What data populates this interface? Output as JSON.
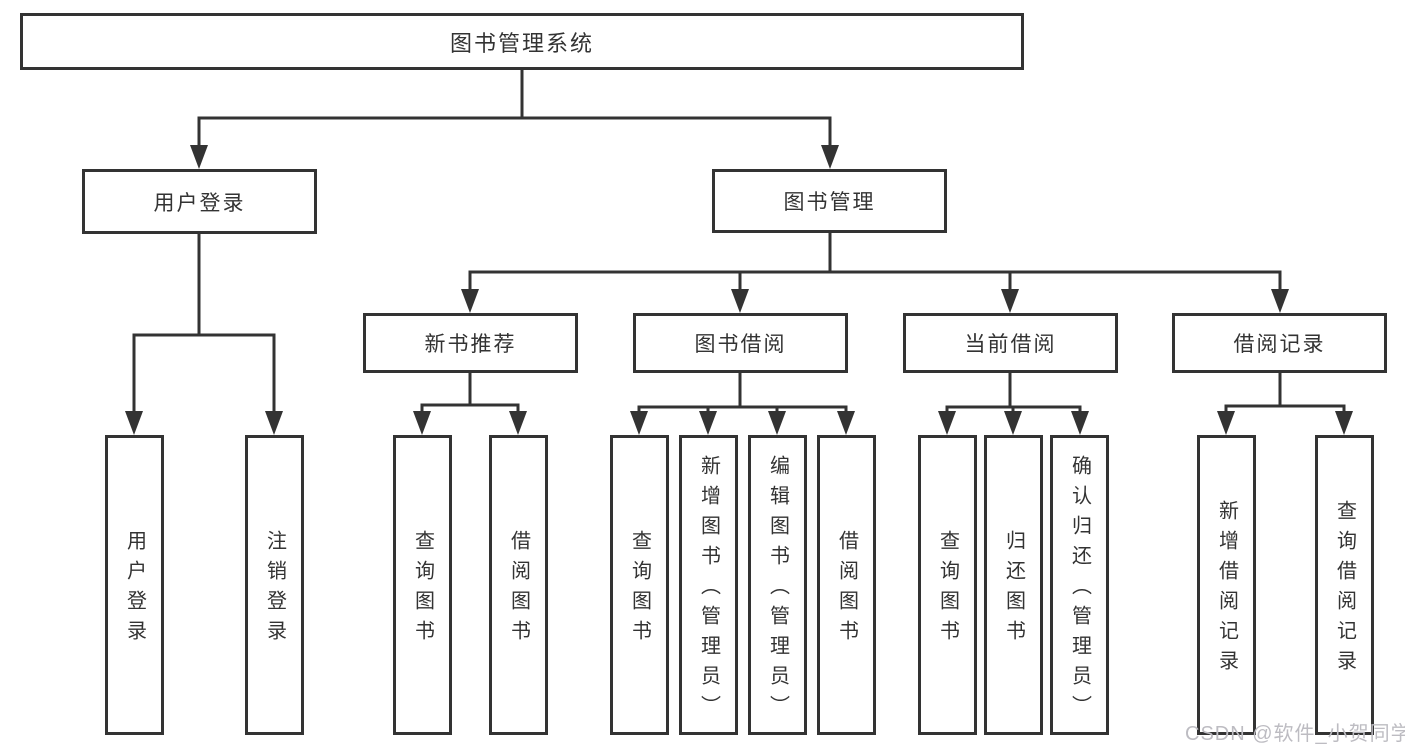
{
  "diagram_type": "hierarchy",
  "colors": {
    "line": "#333333",
    "box_border": "#333333",
    "box_fill": "#ffffff",
    "text": "#333333",
    "watermark_text": "#bdbcc2"
  },
  "root": {
    "label": "图书管理系统"
  },
  "level2": [
    {
      "label": "用户登录"
    },
    {
      "label": "图书管理"
    }
  ],
  "level3": [
    {
      "label": "新书推荐",
      "parent": "图书管理"
    },
    {
      "label": "图书借阅",
      "parent": "图书管理"
    },
    {
      "label": "当前借阅",
      "parent": "图书管理"
    },
    {
      "label": "借阅记录",
      "parent": "图书管理"
    }
  ],
  "leaves": [
    {
      "label": "用户登录",
      "parent": "用户登录"
    },
    {
      "label": "注销登录",
      "parent": "用户登录"
    },
    {
      "label": "查询图书",
      "parent": "新书推荐"
    },
    {
      "label": "借阅图书",
      "parent": "新书推荐"
    },
    {
      "label": "查询图书",
      "parent": "图书借阅"
    },
    {
      "label": "新增图书（管理员）",
      "parent": "图书借阅"
    },
    {
      "label": "编辑图书（管理员）",
      "parent": "图书借阅"
    },
    {
      "label": "借阅图书",
      "parent": "图书借阅"
    },
    {
      "label": "查询图书",
      "parent": "当前借阅"
    },
    {
      "label": "归还图书",
      "parent": "当前借阅"
    },
    {
      "label": "确认归还（管理员）",
      "parent": "当前借阅"
    },
    {
      "label": "新增借阅记录",
      "parent": "借阅记录"
    },
    {
      "label": "查询借阅记录",
      "parent": "借阅记录"
    }
  ],
  "watermark": "CSDN @软件_小贺同学"
}
